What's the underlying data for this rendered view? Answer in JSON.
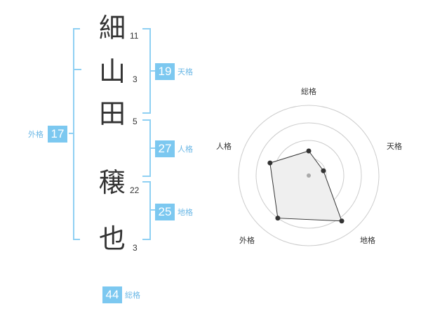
{
  "name": {
    "characters": [
      {
        "char": "細",
        "strokes": "11"
      },
      {
        "char": "山",
        "strokes": "3"
      },
      {
        "char": "田",
        "strokes": "5"
      },
      {
        "char": "穣",
        "strokes": "22"
      },
      {
        "char": "也",
        "strokes": "3"
      }
    ]
  },
  "fortune": {
    "tenkaku": {
      "value": "19",
      "label": "天格"
    },
    "jinkaku": {
      "value": "27",
      "label": "人格"
    },
    "chikaku": {
      "value": "25",
      "label": "地格"
    },
    "gaikaku": {
      "value": "17",
      "label": "外格"
    },
    "soukaku": {
      "value": "44",
      "label": "総格"
    }
  },
  "radar": {
    "axes": [
      "総格",
      "天格",
      "地格",
      "外格",
      "人格"
    ],
    "values": [
      0.35,
      0.22,
      0.8,
      0.75,
      0.58
    ],
    "fill_color": "#efefef",
    "line_color": "#333333",
    "grid_color": "#cccccc"
  },
  "colors": {
    "accent": "#7cc8f0",
    "label": "#6cb8e6",
    "bracket": "#8fd0f3"
  }
}
